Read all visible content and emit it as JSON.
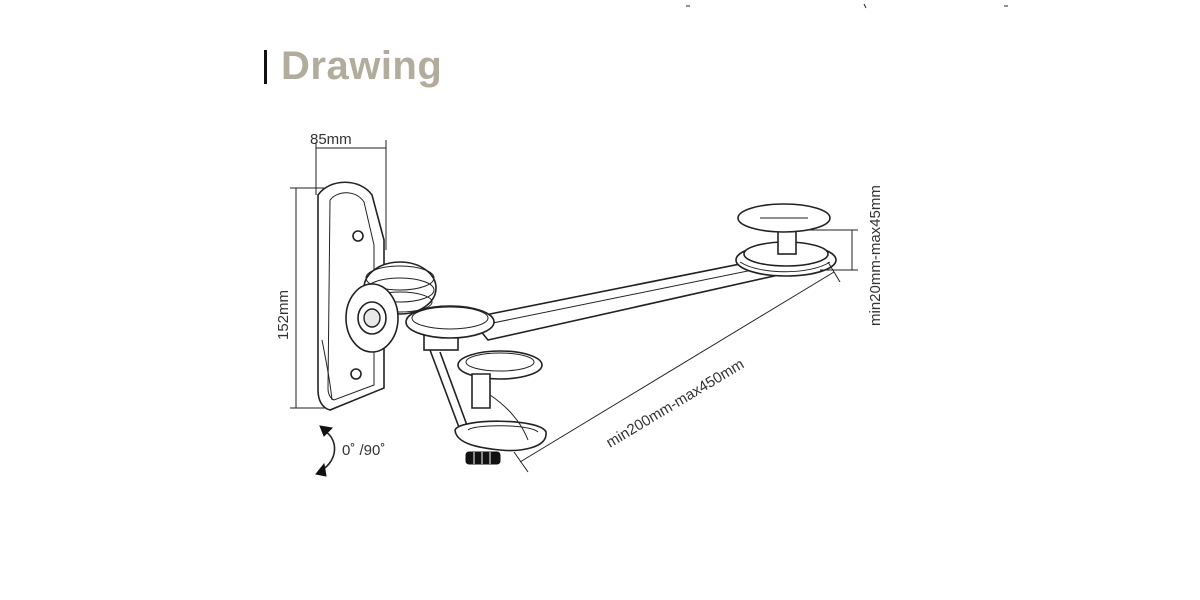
{
  "page": {
    "title": "Drawing"
  },
  "dimensions": {
    "width": "85mm",
    "height": "152mm",
    "rotation": "0˚ /90˚",
    "arm_reach": "min200mm-max450mm",
    "desk_thickness": "min20mm-max45mm"
  },
  "colors": {
    "title": "#b2ac9c",
    "line": "#222222",
    "background": "#ffffff"
  },
  "icons": {
    "rotation": "curved-double-arrow-icon"
  }
}
